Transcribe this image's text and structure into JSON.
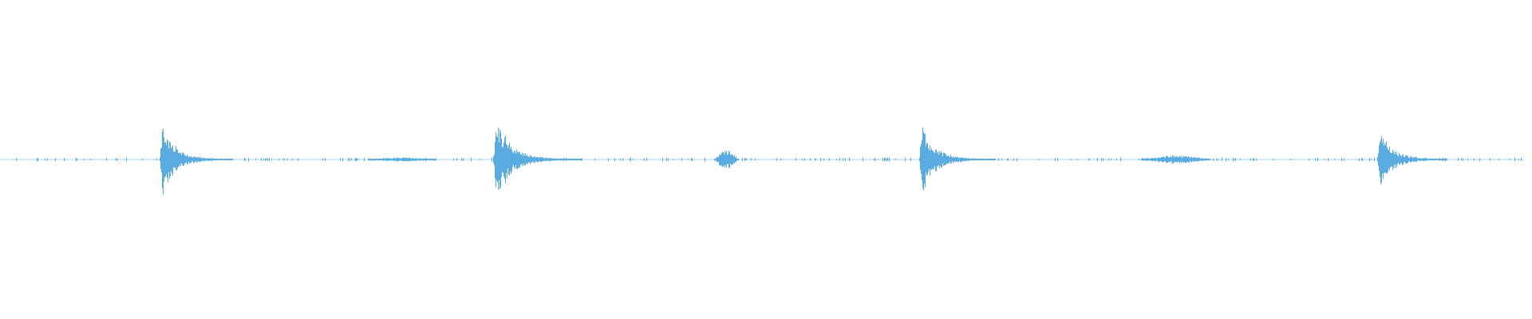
{
  "waveform": {
    "color": "#5aabdf",
    "background": "#ffffff",
    "duration_fraction_end": 0.995,
    "baseline_amplitude": 0.004,
    "events": [
      {
        "name": "transient-1",
        "start": 0.104,
        "peak_amplitude": 0.105,
        "decay_end": 0.152,
        "tail_amplitude": 0.01
      },
      {
        "name": "swell-1",
        "start": 0.24,
        "peak_amplitude": 0.006,
        "decay_end": 0.285,
        "tail_amplitude": 0.006
      },
      {
        "name": "transient-2",
        "start": 0.322,
        "peak_amplitude": 0.115,
        "decay_end": 0.38,
        "tail_amplitude": 0.01
      },
      {
        "name": "swell-2",
        "start": 0.466,
        "peak_amplitude": 0.03,
        "decay_end": 0.482,
        "tail_amplitude": 0.006
      },
      {
        "name": "transient-3",
        "start": 0.6,
        "peak_amplitude": 0.1,
        "decay_end": 0.65,
        "tail_amplitude": 0.01
      },
      {
        "name": "swell-3",
        "start": 0.745,
        "peak_amplitude": 0.012,
        "decay_end": 0.79,
        "tail_amplitude": 0.006
      },
      {
        "name": "transient-4",
        "start": 0.899,
        "peak_amplitude": 0.095,
        "decay_end": 0.945,
        "tail_amplitude": 0.01
      }
    ]
  }
}
